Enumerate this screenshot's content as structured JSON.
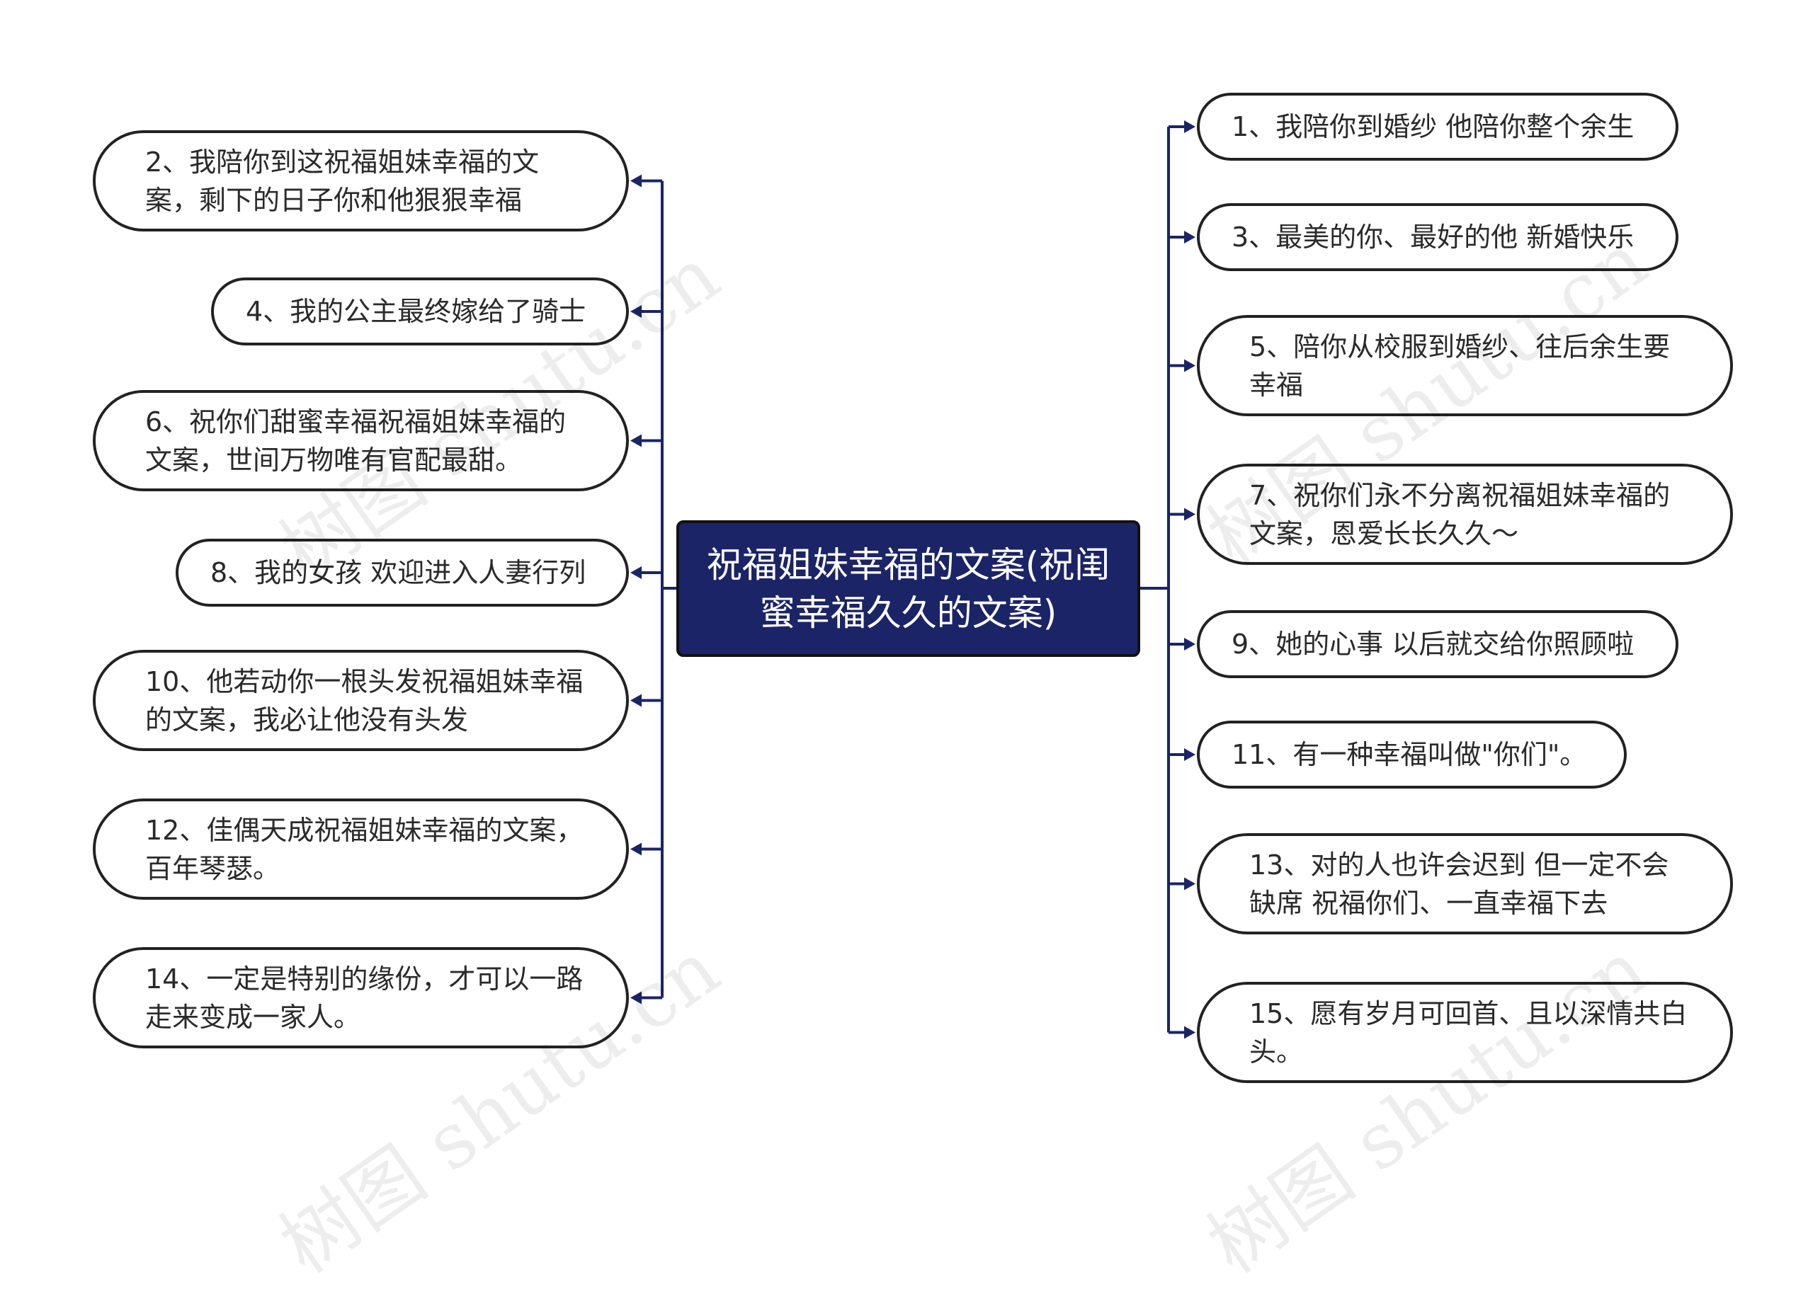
{
  "center": {
    "label": "祝福姐妹幸福的文案(祝闺蜜幸福久久的文案)"
  },
  "left_items": [
    {
      "label": "2、我陪你到这祝福姐妹幸福的文案，剩下的日子你和他狠狠幸福"
    },
    {
      "label": "4、我的公主最终嫁给了骑士"
    },
    {
      "label": "6、祝你们甜蜜幸福祝福姐妹幸福的文案，世间万物唯有官配最甜。"
    },
    {
      "label": "8、我的女孩 欢迎进入人妻行列"
    },
    {
      "label": "10、他若动你一根头发祝福姐妹幸福的文案，我必让他没有头发"
    },
    {
      "label": "12、佳偶天成祝福姐妹幸福的文案，百年琴瑟。"
    },
    {
      "label": "14、一定是特别的缘份，才可以一路走来变成一家人。"
    }
  ],
  "right_items": [
    {
      "label": "1、我陪你到婚纱 他陪你整个余生"
    },
    {
      "label": "3、最美的你、最好的他 新婚快乐"
    },
    {
      "label": "5、陪你从校服到婚纱、往后余生要幸福"
    },
    {
      "label": "7、祝你们永不分离祝福姐妹幸福的文案，恩爱长长久久～"
    },
    {
      "label": "9、她的心事 以后就交给你照顾啦"
    },
    {
      "label": "11、有一种幸福叫做\"你们\"。"
    },
    {
      "label": "13、对的人也许会迟到 但一定不会缺席 祝福你们、一直幸福下去"
    },
    {
      "label": "15、愿有岁月可回首、且以深情共白头。"
    }
  ],
  "watermark": {
    "text": "树图 shutu.cn"
  },
  "colors": {
    "center_fill": "#1b2466",
    "connector": "#1b2466",
    "node_border": "#222222"
  }
}
